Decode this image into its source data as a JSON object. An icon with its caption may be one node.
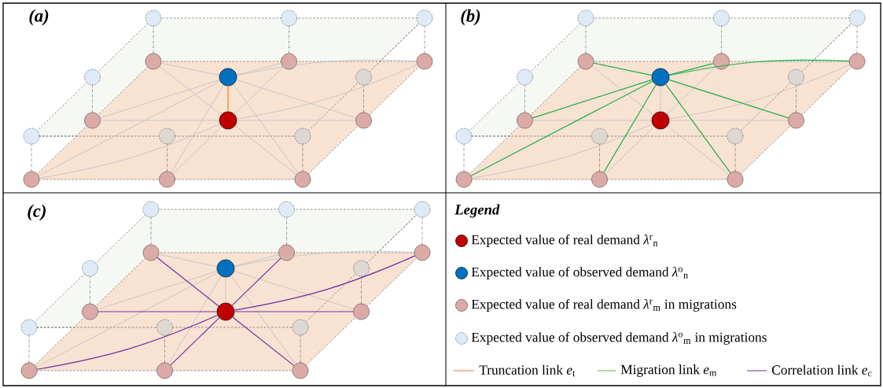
{
  "diagram": {
    "nodes": [
      {
        "text": [],
        "shape": "circle"
      },
      {
        "text": [],
        "shape": "circle"
      },
      {
        "text": [],
        "shape": "circle"
      },
      {
        "text": [],
        "shape": "circle"
      },
      {
        "text": [],
        "shape": "circle"
      },
      {
        "text": [],
        "shape": "circle"
      },
      {
        "text": [],
        "shape": "circle"
      },
      {
        "text": [],
        "shape": "circle"
      },
      {
        "text": [],
        "shape": "circle"
      },
      {
        "text": [],
        "shape": "circle"
      },
      {
        "text": [],
        "shape": "circle"
      },
      {
        "text": [],
        "shape": "circle"
      },
      {
        "text": [],
        "shape": "circle"
      },
      {
        "text": [],
        "shape": "circle"
      },
      {
        "text": [],
        "shape": "circle"
      },
      {
        "text": [],
        "shape": "circle"
      },
      {
        "text": [],
        "shape": "circle"
      },
      {
        "text": [],
        "shape": "circle"
      },
      {
        "text": [],
        "shape": "circle"
      },
      {
        "text": [],
        "shape": "circle"
      },
      {
        "text": [],
        "shape": "circle"
      },
      {
        "text": [],
        "shape": "circle"
      },
      {
        "text": [],
        "shape": "circle"
      },
      {
        "text": [],
        "shape": "circle"
      },
      {
        "text": [],
        "shape": "circle"
      },
      {
        "text": [],
        "shape": "circle"
      },
      {
        "text": [],
        "shape": "circle"
      },
      {
        "text": [],
        "shape": "circle"
      },
      {
        "text": [],
        "shape": "circle"
      },
      {
        "text": [],
        "shape": "circle"
      },
      {
        "text": [],
        "shape": "circle"
      },
      {
        "text": [],
        "shape": "circle"
      },
      {
        "text": [],
        "shape": "circle"
      },
      {
        "text": [],
        "shape": "circle"
      },
      {
        "text": [],
        "shape": "circle"
      },
      {
        "text": [],
        "shape": "circle"
      },
      {
        "text": [],
        "shape": "circle"
      },
      {
        "text": [],
        "shape": "circle"
      },
      {
        "text": [],
        "shape": "circle"
      },
      {
        "text": [],
        "shape": "circle"
      },
      {
        "text": [],
        "shape": "circle"
      },
      {
        "text": [],
        "shape": "circle"
      },
      {
        "text": [],
        "shape": "circle"
      },
      {
        "text": [],
        "shape": "circle"
      },
      {
        "text": [],
        "shape": "circle"
      },
      {
        "text": [],
        "shape": "circle"
      },
      {
        "text": [],
        "shape": "circle"
      },
      {
        "text": [],
        "shape": "circle"
      },
      {
        "text": [],
        "shape": "circle"
      },
      {
        "text": [],
        "shape": "circle"
      },
      {
        "text": [],
        "shape": "circle"
      },
      {
        "text": [],
        "shape": "circle"
      },
      {
        "text": [],
        "shape": "circle"
      },
      {
        "text": [],
        "shape": "circle"
      }
    ],
    "edges": [
      {
        "from": 9,
        "to": 0,
        "arrow": "none",
        "style": "dashed",
        "color": "#404040"
      },
      {
        "from": 10,
        "to": 1,
        "arrow": "none",
        "style": "dashed",
        "color": "#404040"
      },
      {
        "from": 11,
        "to": 2,
        "arrow": "none",
        "style": "dashed",
        "color": "#404040"
      },
      {
        "from": 12,
        "to": 3,
        "arrow": "none",
        "style": "dashed",
        "color": "#404040"
      },
      {
        "from": 13,
        "to": 4,
        "arrow": "none",
        "style": "dashed",
        "color": "#404040"
      },
      {
        "from": 14,
        "to": 5,
        "arrow": "none",
        "style": "dashed",
        "color": "#404040"
      },
      {
        "from": 15,
        "to": 6,
        "arrow": "none",
        "style": "dashed",
        "color": "#404040"
      },
      {
        "from": 16,
        "to": 7,
        "arrow": "none",
        "style": "dashed",
        "color": "#404040"
      },
      {
        "from": 8,
        "to": 9,
        "arrow": "none"
      },
      {
        "from": 8,
        "to": 10,
        "arrow": "none"
      },
      {
        "from": 8,
        "to": 11,
        "arrow": "none"
      },
      {
        "from": 8,
        "to": 12,
        "arrow": "none"
      },
      {
        "from": 8,
        "to": 13,
        "arrow": "none"
      },
      {
        "from": 8,
        "to": 14,
        "arrow": "none"
      },
      {
        "from": 8,
        "to": 15,
        "arrow": "none"
      },
      {
        "from": 8,
        "to": 16,
        "arrow": "none"
      },
      {
        "from": 17,
        "to": 9,
        "arrow": "none"
      },
      {
        "from": 17,
        "to": 10,
        "arrow": "none"
      },
      {
        "from": 17,
        "to": 11,
        "arrow": "none"
      },
      {
        "from": 17,
        "to": 12,
        "arrow": "none"
      },
      {
        "from": 17,
        "to": 13,
        "arrow": "none"
      },
      {
        "from": 17,
        "to": 14,
        "arrow": "none"
      },
      {
        "from": 17,
        "to": 15,
        "arrow": "none"
      },
      {
        "from": 17,
        "to": 16,
        "arrow": "none"
      },
      {
        "from": 8,
        "to": 17,
        "arrow": "none",
        "color": "#ed7d31"
      },
      {
        "from": 27,
        "to": 18,
        "arrow": "none",
        "style": "dashed",
        "color": "#404040"
      },
      {
        "from": 28,
        "to": 19,
        "arrow": "none",
        "style": "dashed",
        "color": "#404040"
      },
      {
        "from": 29,
        "to": 20,
        "arrow": "none",
        "style": "dashed",
        "color": "#404040"
      },
      {
        "from": 30,
        "to": 21,
        "arrow": "none",
        "style": "dashed",
        "color": "#404040"
      },
      {
        "from": 31,
        "to": 22,
        "arrow": "none",
        "style": "dashed",
        "color": "#404040"
      },
      {
        "from": 32,
        "to": 23,
        "arrow": "none",
        "style": "dashed",
        "color": "#404040"
      },
      {
        "from": 33,
        "to": 24,
        "arrow": "none",
        "style": "dashed",
        "color": "#404040"
      },
      {
        "from": 34,
        "to": 25,
        "arrow": "none",
        "style": "dashed",
        "color": "#404040"
      },
      {
        "from": 35,
        "to": 27,
        "arrow": "none"
      },
      {
        "from": 35,
        "to": 28,
        "arrow": "none"
      },
      {
        "from": 35,
        "to": 29,
        "arrow": "none"
      },
      {
        "from": 35,
        "to": 30,
        "arrow": "none"
      },
      {
        "from": 35,
        "to": 31,
        "arrow": "none"
      },
      {
        "from": 35,
        "to": 32,
        "arrow": "none"
      },
      {
        "from": 35,
        "to": 33,
        "arrow": "none"
      },
      {
        "from": 35,
        "to": 34,
        "arrow": "none"
      },
      {
        "from": 26,
        "to": 35,
        "arrow": "none"
      },
      {
        "from": 26,
        "to": 27,
        "arrow": "none",
        "color": "#1fb04c"
      },
      {
        "from": 26,
        "to": 28,
        "arrow": "none",
        "color": "#1fb04c"
      },
      {
        "from": 26,
        "to": 29,
        "arrow": "none",
        "color": "#1fb04c"
      },
      {
        "from": 26,
        "to": 30,
        "arrow": "none",
        "color": "#1fb04c"
      },
      {
        "from": 26,
        "to": 31,
        "arrow": "none",
        "color": "#1fb04c"
      },
      {
        "from": 26,
        "to": 32,
        "arrow": "none",
        "color": "#1fb04c"
      },
      {
        "from": 26,
        "to": 33,
        "arrow": "none",
        "color": "#1fb04c"
      },
      {
        "from": 26,
        "to": 34,
        "arrow": "none",
        "color": "#1fb04c"
      },
      {
        "from": 45,
        "to": 36,
        "arrow": "none",
        "style": "dashed",
        "color": "#404040"
      },
      {
        "from": 46,
        "to": 37,
        "arrow": "none",
        "style": "dashed",
        "color": "#404040"
      },
      {
        "from": 47,
        "to": 38,
        "arrow": "none",
        "style": "dashed",
        "color": "#404040"
      },
      {
        "from": 48,
        "to": 39,
        "arrow": "none",
        "style": "dashed",
        "color": "#404040"
      },
      {
        "from": 49,
        "to": 40,
        "arrow": "none",
        "style": "dashed",
        "color": "#404040"
      },
      {
        "from": 50,
        "to": 41,
        "arrow": "none",
        "style": "dashed",
        "color": "#404040"
      },
      {
        "from": 51,
        "to": 42,
        "arrow": "none",
        "style": "dashed",
        "color": "#404040"
      },
      {
        "from": 52,
        "to": 43,
        "arrow": "none",
        "style": "dashed",
        "color": "#404040"
      },
      {
        "from": 44,
        "to": 45,
        "arrow": "none"
      },
      {
        "from": 44,
        "to": 46,
        "arrow": "none"
      },
      {
        "from": 44,
        "to": 47,
        "arrow": "none"
      },
      {
        "from": 44,
        "to": 48,
        "arrow": "none"
      },
      {
        "from": 44,
        "to": 49,
        "arrow": "none"
      },
      {
        "from": 44,
        "to": 50,
        "arrow": "none"
      },
      {
        "from": 44,
        "to": 51,
        "arrow": "none"
      },
      {
        "from": 44,
        "to": 52,
        "arrow": "none"
      },
      {
        "from": 44,
        "to": 53,
        "arrow": "none"
      },
      {
        "from": 53,
        "to": 45,
        "arrow": "none",
        "color": "#7030a0"
      },
      {
        "from": 53,
        "to": 46,
        "arrow": "none",
        "color": "#7030a0"
      },
      {
        "from": 53,
        "to": 47,
        "arrow": "none",
        "color": "#7030a0"
      },
      {
        "from": 53,
        "to": 48,
        "arrow": "none",
        "color": "#7030a0"
      },
      {
        "from": 53,
        "to": 49,
        "arrow": "none",
        "color": "#7030a0"
      },
      {
        "from": 53,
        "to": 50,
        "arrow": "none",
        "color": "#7030a0"
      },
      {
        "from": 53,
        "to": 51,
        "arrow": "none",
        "color": "#7030a0"
      },
      {
        "from": 53,
        "to": 52,
        "arrow": "none",
        "color": "#7030a0"
      }
    ],
    "labels": [
      "(a)",
      "(b)",
      "(c)",
      "Legend"
    ],
    "legend": [
      {
        "text": "Expected value of real demand *λ*$^{r}$$_{n}$",
        "color": "#c00000"
      },
      {
        "text": "Expected value of observed demand *λ*$^{o}$$_{n}$",
        "color": "#0070c0"
      },
      {
        "text": "Expected value of real demand *λ*$^{r}$$_{m}$ in migrations",
        "color": "#dcaaa6"
      },
      {
        "text": "Expected value of observed demand *λ*$^{o}$$_{m}$ in migrations",
        "color": "#deebf7"
      },
      {
        "text": "Truncation link *e*$_{t}$"
      },
      {
        "text": "Migration link *e*$_{m}$"
      },
      {
        "text": "Correlation link *e*$_{c}$"
      }
    ]
  }
}
